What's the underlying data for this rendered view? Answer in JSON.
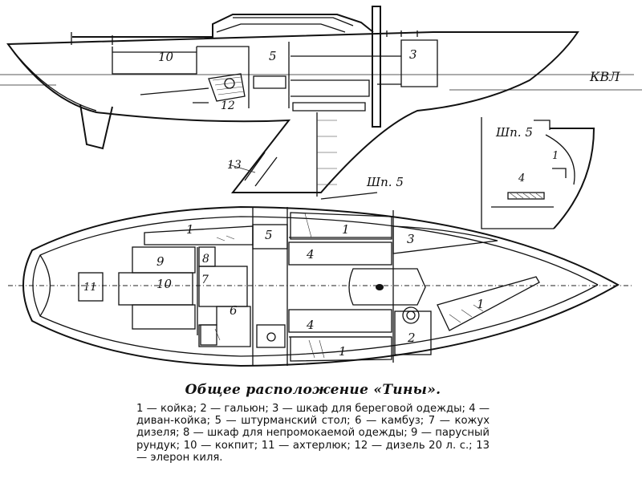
{
  "figure": {
    "title": "Общее расположение «Тины».",
    "labels": {
      "kvl": "КВЛ",
      "shp5_profile": "Шп. 5",
      "shp5_section": "Шп. 5",
      "n1": "1",
      "n2": "2",
      "n3": "3",
      "n4": "4",
      "n5": "5",
      "n6": "6",
      "n7": "7",
      "n8": "8",
      "n9": "9",
      "n10": "10",
      "n11": "11",
      "n12": "12",
      "n13": "13"
    },
    "legend": [
      "1 — койка;",
      "2 — гальюн;",
      "3 — шкаф для береговой одежды;",
      "4 — диван-койка;",
      "5 — штурманский стол;",
      "6 — камбуз;",
      "7 — кожух дизеля;",
      "8 — шкаф для непромокаемой одежды;",
      "9 — парусный рундук;",
      "10 — кокпит;",
      "11 — ахтерлюк;",
      "12 — дизель 20 л. с.;",
      "13 — элерон киля."
    ]
  }
}
